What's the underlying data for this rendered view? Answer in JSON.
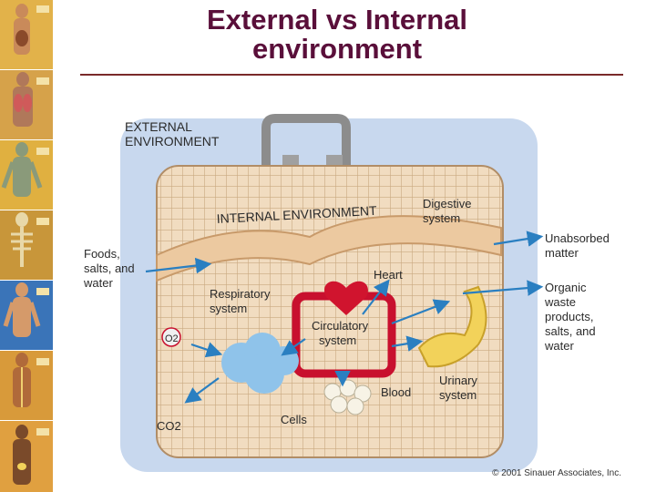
{
  "slide": {
    "title_line1": "External vs Internal",
    "title_line2": "environment"
  },
  "diagram": {
    "external_environment_line1": "EXTERNAL",
    "external_environment_line2": "ENVIRONMENT",
    "internal_environment": "INTERNAL ENVIRONMENT",
    "digestive_line1": "Digestive",
    "digestive_line2": "system",
    "foods_line1": "Foods,",
    "foods_line2": "salts, and",
    "foods_line3": "water",
    "heart": "Heart",
    "respiratory_line1": "Respiratory",
    "respiratory_line2": "system",
    "circulatory_line1": "Circulatory",
    "circulatory_line2": "system",
    "o2": "O2",
    "co2": "CO2",
    "cells": "Cells",
    "blood": "Blood",
    "urinary_line1": "Urinary",
    "urinary_line2": "system",
    "unabsorbed_line1": "Unabsorbed",
    "unabsorbed_line2": "matter",
    "organic_line1": "Organic",
    "organic_line2": "waste",
    "organic_line3": "products,",
    "organic_line4": "salts, and",
    "organic_line5": "water"
  },
  "copyright": "© 2001 Sinauer Associates, Inc.",
  "colors": {
    "title": "#5a0f3a",
    "rule": "#7a2a2a",
    "box_fill": "#f1dcc0",
    "grid_line": "#c9a981",
    "circulatory_red": "#c8102e",
    "arrow_blue": "#2a7fc1",
    "lung_blue": "#8fc3ea",
    "urinary_yellow": "#f2d25a",
    "background_blue": "#c8d8ee"
  },
  "sidebar_icons": [
    "digestive-figure-icon",
    "respiratory-figure-icon",
    "muscular-figure-icon",
    "skeletal-figure-icon",
    "circulatory-figure-icon",
    "nervous-figure-icon",
    "endocrine-figure-icon"
  ]
}
